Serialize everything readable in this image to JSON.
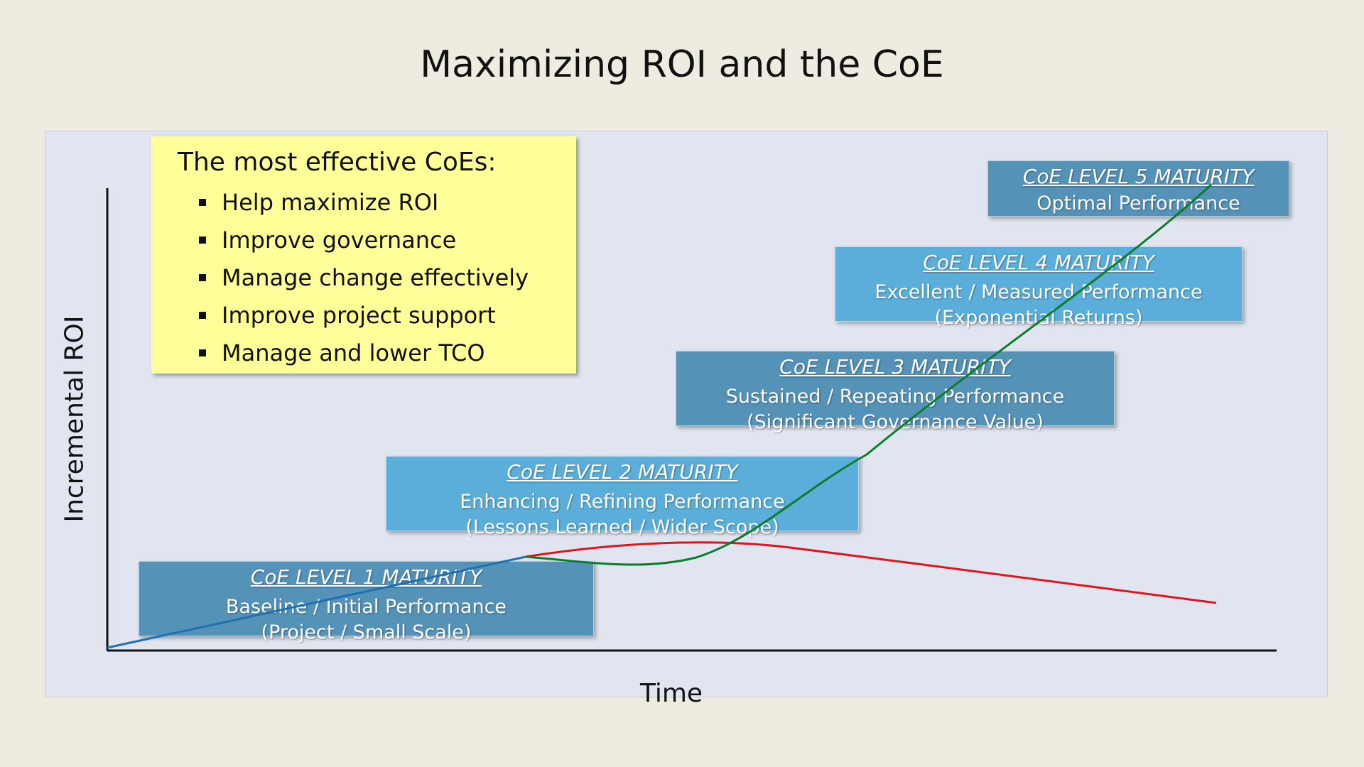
{
  "title": "Maximizing ROI and the CoE",
  "axes": {
    "y_label": "Incremental ROI",
    "x_label": "Time"
  },
  "note": {
    "heading": "The most effective CoEs:",
    "items": [
      "Help maximize ROI",
      "Improve governance",
      "Manage change effectively",
      "Improve project support",
      "Manage and lower TCO"
    ]
  },
  "levels": [
    {
      "title": "CoE LEVEL 1 MATURITY",
      "desc": "Baseline / Initial Performance",
      "sub": "(Project / Small Scale)",
      "color": "#5592b7"
    },
    {
      "title": "CoE LEVEL 2 MATURITY",
      "desc": "Enhancing / Refining Performance",
      "sub": "(Lessons Learned / Wider Scope)",
      "color": "#5aaed9"
    },
    {
      "title": "CoE LEVEL 3 MATURITY",
      "desc": "Sustained / Repeating Performance",
      "sub": "(Significant Governance Value)",
      "color": "#5592b7"
    },
    {
      "title": "CoE LEVEL 4 MATURITY",
      "desc": "Excellent / Measured Performance",
      "sub": "(Exponential Returns)",
      "color": "#5aaed9"
    },
    {
      "title": "CoE LEVEL 5 MATURITY",
      "desc": "Optimal Performance",
      "sub": "",
      "color": "#5592b7"
    }
  ],
  "colors": {
    "background": "#eeece1",
    "panel": "#e0e5ef",
    "note": "#ffff99",
    "blue_line": "#1f6fb2",
    "green_curve": "#0a7d2c",
    "red_curve": "#e0141e"
  }
}
